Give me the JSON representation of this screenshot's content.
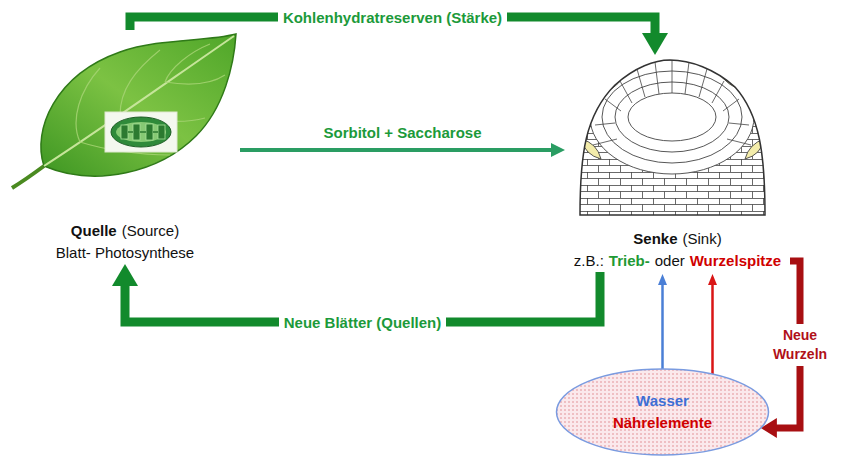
{
  "diagram": {
    "nodes": [
      {
        "text": [
          "Quelle",
          "(Source)",
          "Blatt- Photosynthese"
        ]
      },
      {
        "text": [
          "Senke",
          "(Sink)",
          "z.B.:",
          "Trieb-",
          "oder",
          "Wurzelspitze"
        ]
      },
      {
        "text": [
          "Wasser",
          "Nährelemente"
        ]
      }
    ],
    "edges": [
      {
        "from": 0,
        "to": 1,
        "label": "Kohlenhydratreserven (Stärke)",
        "arrow": "to"
      },
      {
        "from": 0,
        "to": 1,
        "label": "Sorbitol + Saccharose",
        "arrow": "to"
      },
      {
        "from": 1,
        "to": 0,
        "label": "Neue Blätter (Quellen)",
        "arrow": "to"
      },
      {
        "from": 1,
        "to": 2,
        "label": "Neue Wurzeln",
        "arrow": "to"
      },
      {
        "from": 2,
        "to": 1,
        "arrow": "to"
      },
      {
        "from": 2,
        "to": 1,
        "arrow": "to"
      }
    ]
  }
}
